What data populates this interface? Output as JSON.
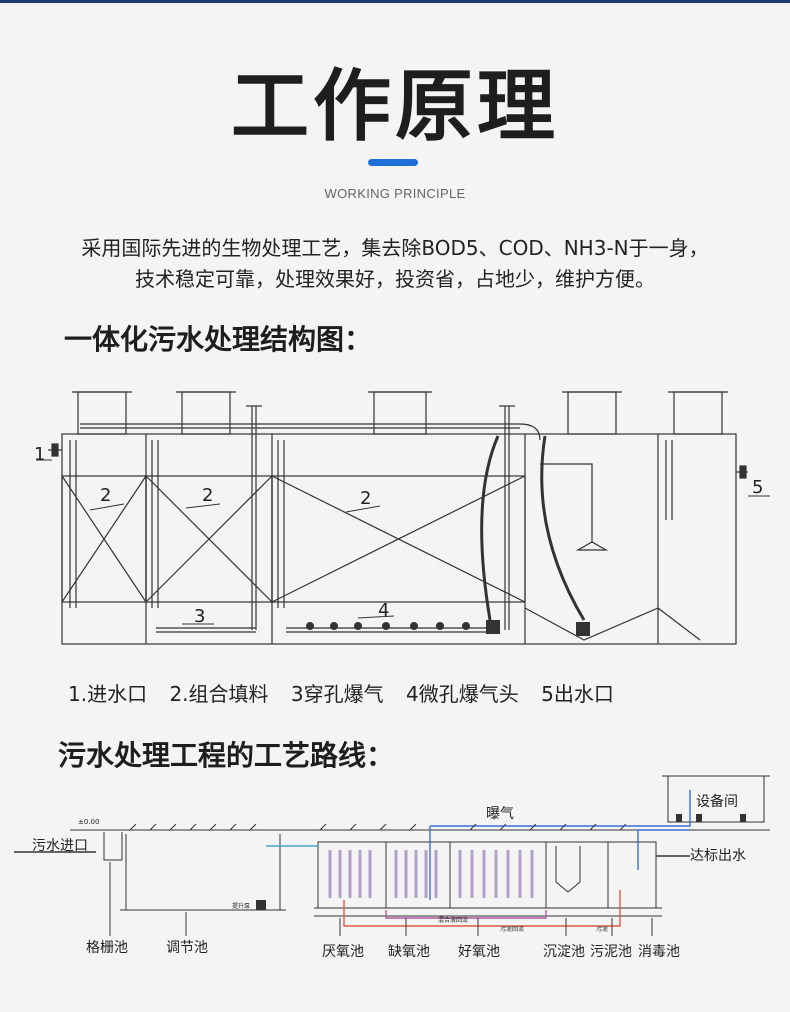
{
  "header": {
    "title": "工作原理",
    "subtitle": "WORKING PRINCIPLE",
    "accent_color": "#1e6fd9"
  },
  "intro": {
    "line1": "采用国际先进的生物处理工艺，集去除BOD5、COD、NH3-N于一身，",
    "line2": "技术稳定可靠，处理效果好，投资省，占地少，维护方便。"
  },
  "structure": {
    "heading": "一体化污水处理结构图：",
    "markers": [
      "1",
      "2",
      "2",
      "2",
      "3",
      "4",
      "5"
    ],
    "legend": [
      "1.进水口",
      "2.组合填料",
      "3穿孔爆气",
      "4微孔爆气头",
      "5出水口"
    ]
  },
  "process": {
    "heading": "污水处理工程的工艺路线：",
    "level_mark": "±0.00",
    "inlet": "污水进口",
    "aeration": "曝气",
    "equipment_room": "设备间",
    "outlet": "达标出水",
    "pump_label": "提升泵",
    "mixed_return": "混合液回流",
    "sludge_return": "污泥回流",
    "sludge": "污泥",
    "tanks": [
      "格栅池",
      "调节池",
      "厌氧池",
      "缺氧池",
      "好氧池",
      "沉淀池",
      "污泥池",
      "消毒池"
    ]
  }
}
